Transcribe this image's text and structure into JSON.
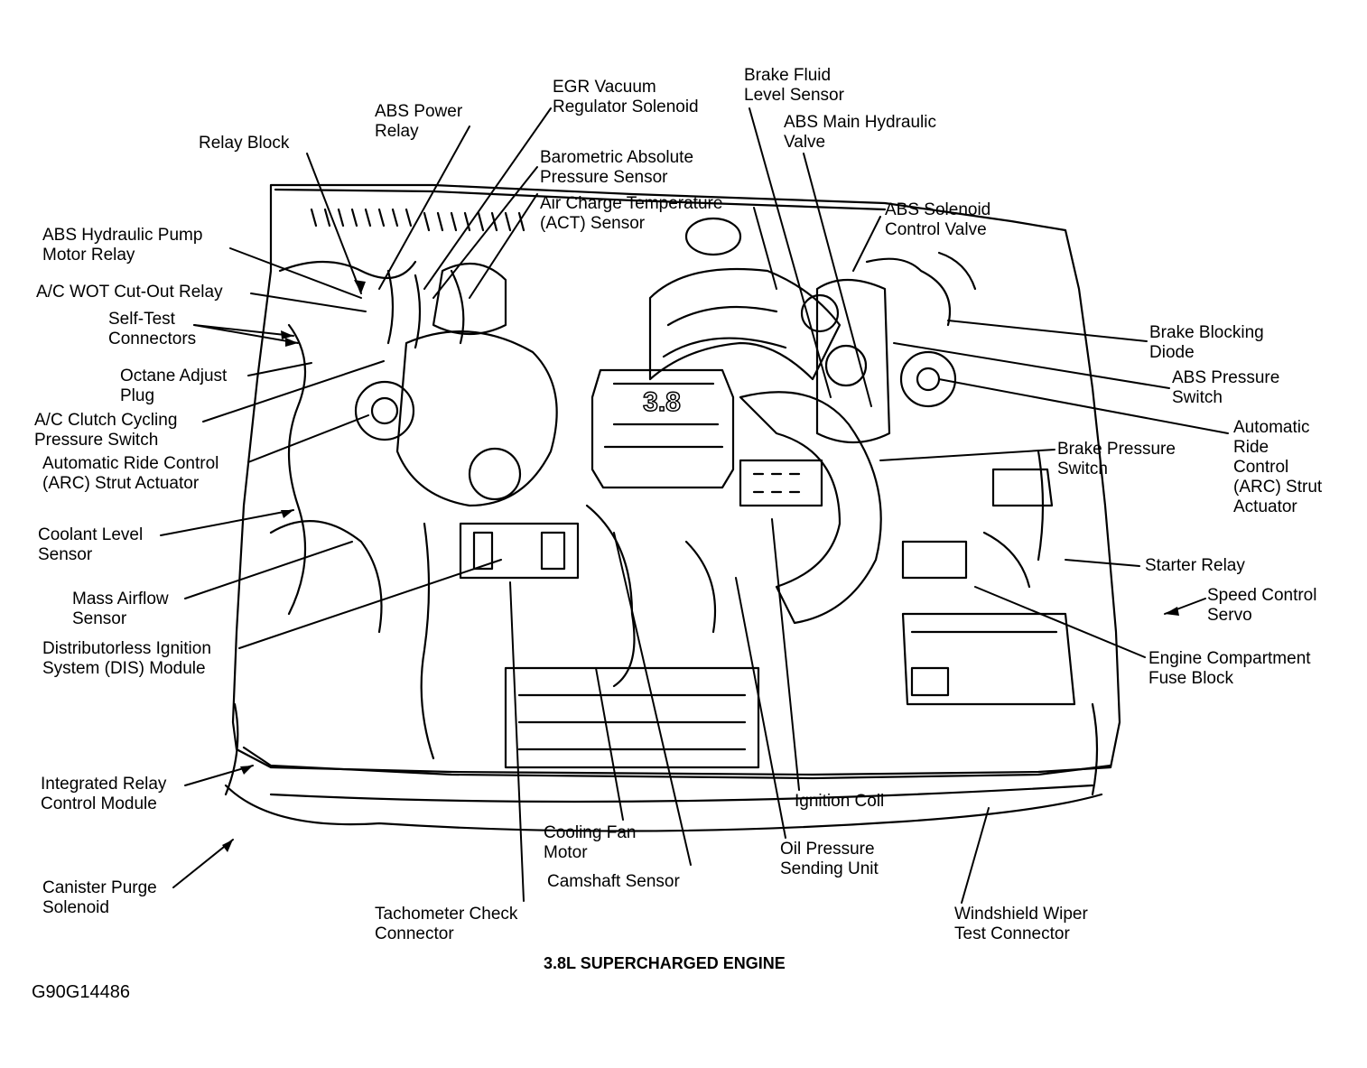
{
  "diagram": {
    "caption": "3.8L SUPERCHARGED ENGINE",
    "figure_id": "G90G14486",
    "engine_badge": "3.8",
    "labels": [
      {
        "id": "abs-hydraulic-pump-motor-relay",
        "lines": [
          "ABS Hydraulic Pump",
          "Motor Relay"
        ]
      },
      {
        "id": "relay-block",
        "lines": [
          "Relay Block"
        ]
      },
      {
        "id": "abs-power-relay",
        "lines": [
          "ABS Power",
          "Relay"
        ]
      },
      {
        "id": "egr-vacuum-regulator-solenoid",
        "lines": [
          "EGR Vacuum",
          "Regulator Solenoid"
        ]
      },
      {
        "id": "barometric-absolute-pressure-sensor",
        "lines": [
          "Barometric Absolute",
          "Pressure Sensor"
        ]
      },
      {
        "id": "air-charge-temperature-sensor",
        "lines": [
          "Air Charge Temperature",
          "(ACT) Sensor"
        ]
      },
      {
        "id": "brake-fluid-level-sensor",
        "lines": [
          "Brake Fluid",
          "Level Sensor"
        ]
      },
      {
        "id": "abs-main-hydraulic-valve",
        "lines": [
          "ABS Main Hydraulic",
          "Valve"
        ]
      },
      {
        "id": "abs-solenoid-control-valve",
        "lines": [
          "ABS Solenoid",
          "Control Valve"
        ]
      },
      {
        "id": "ac-wot-cut-out-relay",
        "lines": [
          "A/C WOT Cut-Out Relay"
        ]
      },
      {
        "id": "self-test-connectors",
        "lines": [
          "Self-Test",
          "Connectors"
        ]
      },
      {
        "id": "octane-adjust-plug",
        "lines": [
          "Octane Adjust",
          "Plug"
        ]
      },
      {
        "id": "ac-clutch-cycling-pressure-switch",
        "lines": [
          "A/C Clutch Cycling",
          "Pressure Switch"
        ]
      },
      {
        "id": "arc-strut-actuator-left",
        "lines": [
          "Automatic Ride Control",
          "(ARC) Strut Actuator"
        ]
      },
      {
        "id": "coolant-level-sensor",
        "lines": [
          "Coolant Level",
          "Sensor"
        ]
      },
      {
        "id": "mass-airflow-sensor",
        "lines": [
          "Mass Airflow",
          "Sensor"
        ]
      },
      {
        "id": "dis-module",
        "lines": [
          "Distributorless Ignition",
          "System (DIS) Module"
        ]
      },
      {
        "id": "integrated-relay-control-module",
        "lines": [
          "Integrated Relay",
          "Control Module"
        ]
      },
      {
        "id": "canister-purge-solenoid",
        "lines": [
          "Canister Purge",
          "Solenoid"
        ]
      },
      {
        "id": "tachometer-check-connector",
        "lines": [
          "Tachometer Check",
          "Connector"
        ]
      },
      {
        "id": "cooling-fan-motor",
        "lines": [
          "Cooling Fan",
          "Motor"
        ]
      },
      {
        "id": "camshaft-sensor",
        "lines": [
          "Camshaft Sensor"
        ]
      },
      {
        "id": "ignition-coil",
        "lines": [
          "Ignition Coil"
        ]
      },
      {
        "id": "oil-pressure-sending-unit",
        "lines": [
          "Oil Pressure",
          "Sending Unit"
        ]
      },
      {
        "id": "windshield-wiper-test-connector",
        "lines": [
          "Windshield Wiper",
          "Test Connector"
        ]
      },
      {
        "id": "brake-blocking-diode",
        "lines": [
          "Brake Blocking",
          "Diode"
        ]
      },
      {
        "id": "abs-pressure-switch",
        "lines": [
          "ABS Pressure",
          "Switch"
        ]
      },
      {
        "id": "arc-strut-actuator-right",
        "lines": [
          "Automatic",
          "Ride",
          "Control",
          "(ARC) Strut",
          "Actuator"
        ]
      },
      {
        "id": "brake-pressure-switch",
        "lines": [
          "Brake Pressure",
          "Switch"
        ]
      },
      {
        "id": "starter-relay",
        "lines": [
          "Starter Relay"
        ]
      },
      {
        "id": "speed-control-servo",
        "lines": [
          "Speed Control",
          "Servo"
        ]
      },
      {
        "id": "engine-compartment-fuse-block",
        "lines": [
          "Engine Compartment",
          "Fuse Block"
        ]
      }
    ]
  }
}
